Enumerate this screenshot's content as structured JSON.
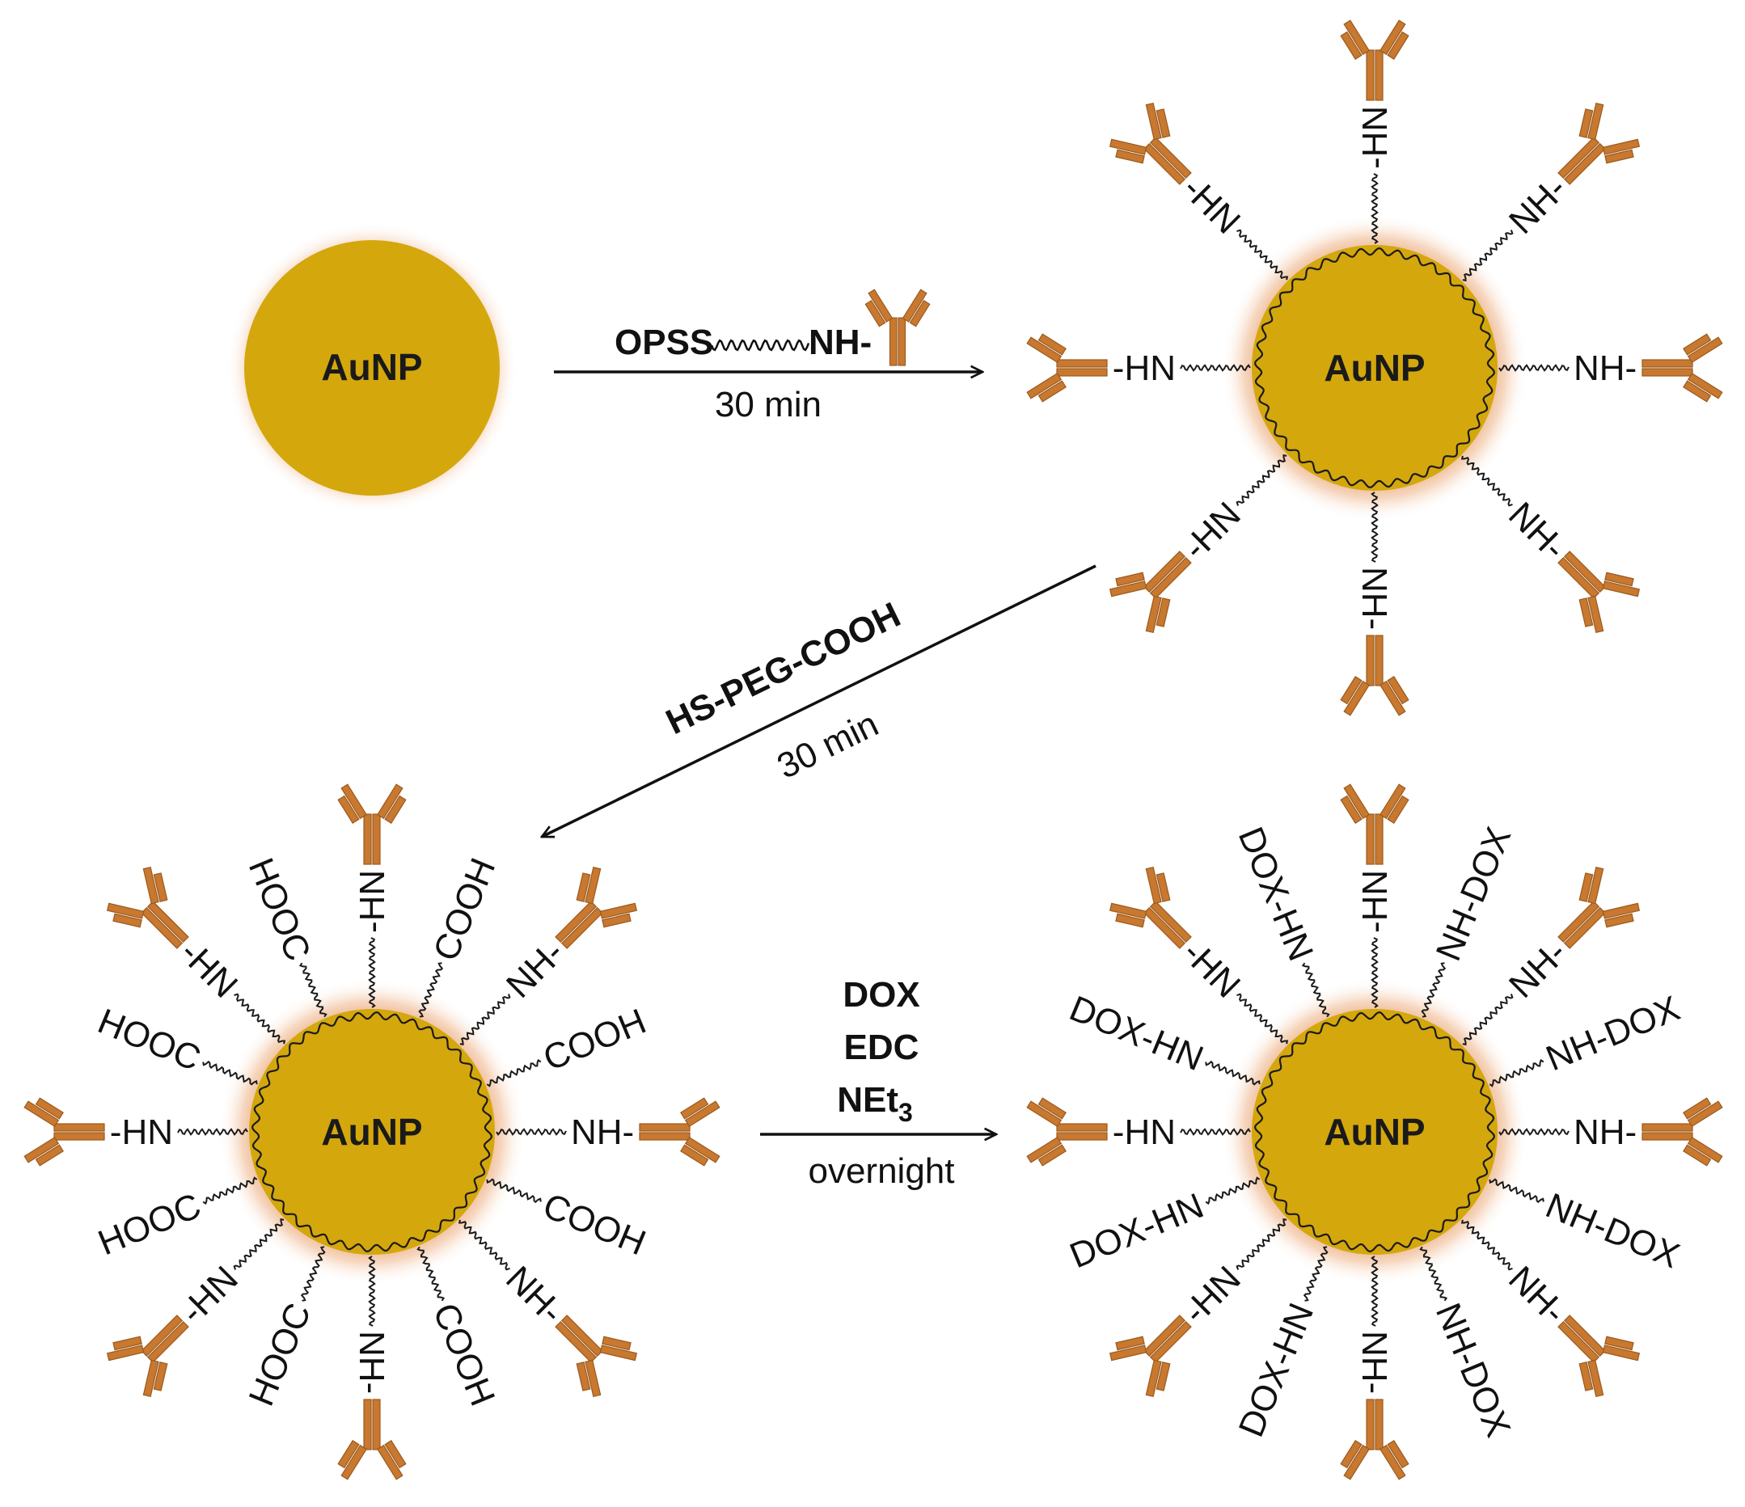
{
  "colors": {
    "core": "#D4A70C",
    "core_edge": "#B88E08",
    "glow": "#E0955A",
    "antibody": "#C8782F",
    "antibody_edge": "#9A5A1E",
    "ink": "#111111"
  },
  "particles": {
    "bare": {
      "label": "AuNP"
    },
    "antibody": {
      "label": "AuNP",
      "ligands": [
        {
          "angle": 0,
          "text": "NH-",
          "antibody": true
        },
        {
          "angle": 45,
          "text": "NH-",
          "antibody": true
        },
        {
          "angle": 90,
          "text": "-HN",
          "antibody": true
        },
        {
          "angle": 135,
          "text": "-HN",
          "antibody": true
        },
        {
          "angle": 180,
          "text": "-HN",
          "antibody": true
        },
        {
          "angle": 225,
          "text": "-HN",
          "antibody": true
        },
        {
          "angle": 270,
          "text": "NH-",
          "antibody": true
        },
        {
          "angle": 315,
          "text": "NH-",
          "antibody": true
        }
      ]
    },
    "peg": {
      "label": "AuNP",
      "ligands": [
        {
          "angle": 0,
          "text": "NH-",
          "antibody": true
        },
        {
          "angle": 22.5,
          "text": "COOH",
          "antibody": false
        },
        {
          "angle": 45,
          "text": "NH-",
          "antibody": true
        },
        {
          "angle": 67.5,
          "text": "COOH",
          "antibody": false
        },
        {
          "angle": 90,
          "text": "-HN",
          "antibody": true
        },
        {
          "angle": 112.5,
          "text": "HOOC",
          "antibody": false
        },
        {
          "angle": 135,
          "text": "-HN",
          "antibody": true
        },
        {
          "angle": 157.5,
          "text": "HOOC",
          "antibody": false
        },
        {
          "angle": 180,
          "text": "-HN",
          "antibody": true
        },
        {
          "angle": 202.5,
          "text": "HOOC",
          "antibody": false
        },
        {
          "angle": 225,
          "text": "-HN",
          "antibody": true
        },
        {
          "angle": 247.5,
          "text": "HOOC",
          "antibody": false
        },
        {
          "angle": 270,
          "text": "NH-",
          "antibody": true
        },
        {
          "angle": 292.5,
          "text": "COOH",
          "antibody": false
        },
        {
          "angle": 315,
          "text": "NH-",
          "antibody": true
        },
        {
          "angle": 337.5,
          "text": "COOH",
          "antibody": false
        }
      ]
    },
    "dox": {
      "label": "AuNP",
      "ligands": [
        {
          "angle": 0,
          "text": "NH-",
          "antibody": true
        },
        {
          "angle": 22.5,
          "text": "NH-DOX",
          "antibody": false
        },
        {
          "angle": 45,
          "text": "NH-",
          "antibody": true
        },
        {
          "angle": 67.5,
          "text": "NH-DOX",
          "antibody": false
        },
        {
          "angle": 90,
          "text": "-HN",
          "antibody": true
        },
        {
          "angle": 112.5,
          "text": "DOX-HN",
          "antibody": false
        },
        {
          "angle": 135,
          "text": "-HN",
          "antibody": true
        },
        {
          "angle": 157.5,
          "text": "DOX-HN",
          "antibody": false
        },
        {
          "angle": 180,
          "text": "-HN",
          "antibody": true
        },
        {
          "angle": 202.5,
          "text": "DOX-HN",
          "antibody": false
        },
        {
          "angle": 225,
          "text": "-HN",
          "antibody": true
        },
        {
          "angle": 247.5,
          "text": "DOX-HN",
          "antibody": false
        },
        {
          "angle": 270,
          "text": "NH-",
          "antibody": true
        },
        {
          "angle": 292.5,
          "text": "NH-DOX",
          "antibody": false
        },
        {
          "angle": 315,
          "text": "NH-",
          "antibody": true
        },
        {
          "angle": 337.5,
          "text": "NH-DOX",
          "antibody": false
        }
      ]
    }
  },
  "steps": {
    "step1": {
      "reagent_left": "OPSS",
      "reagent_right": "NH-",
      "time": "30 min"
    },
    "step2": {
      "reagent": "HS-PEG-COOH",
      "time": "30 min"
    },
    "step3": {
      "reagent_1": "DOX",
      "reagent_2": "EDC",
      "reagent_3_main": "NEt",
      "reagent_3_sub": "3",
      "time": "overnight"
    }
  }
}
